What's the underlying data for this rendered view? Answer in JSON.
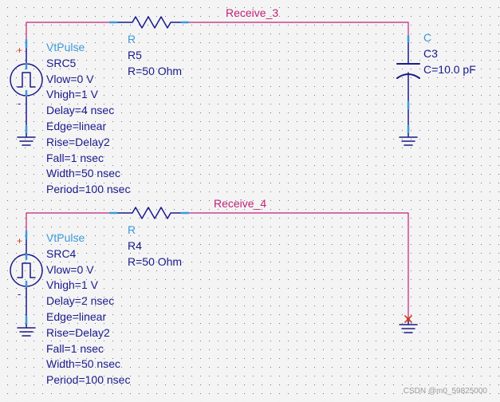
{
  "components": {
    "src5": {
      "type": "VtPulse",
      "name": "SRC5",
      "params": [
        "Vlow=0 V",
        "Vhigh=1 V",
        "Delay=4 nsec",
        "Edge=linear",
        "Rise=Delay2",
        "Fall=1 nsec",
        "Width=50 nsec",
        "Period=100 nsec"
      ]
    },
    "r5": {
      "type": "R",
      "name": "R5",
      "value": "R=50 Ohm"
    },
    "c3": {
      "type": "C",
      "name": "C3",
      "value": "C=10.0 pF"
    },
    "src4": {
      "type": "VtPulse",
      "name": "SRC4",
      "params": [
        "Vlow=0 V",
        "Vhigh=1 V",
        "Delay=2 nsec",
        "Edge=linear",
        "Rise=Delay2",
        "Fall=1 nsec",
        "Width=50 nsec",
        "Period=100 nsec"
      ]
    },
    "r4": {
      "type": "R",
      "name": "R4",
      "value": "R=50 Ohm"
    }
  },
  "nets": {
    "receive_3": "Receive_3",
    "receive_4": "Receive_4"
  },
  "polarity": {
    "plus": "+",
    "minus": "-"
  },
  "watermark": "CSDN @m0_59825000",
  "colors": {
    "wire": "#c0207a",
    "component": "#1a1a8c",
    "pin": "#3a9ad9",
    "port_marker": "#d43a1a",
    "background": "#f4f4f4"
  }
}
